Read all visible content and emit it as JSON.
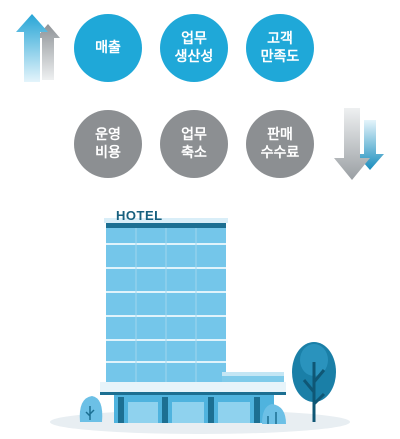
{
  "colors": {
    "blue": "#1fa8d8",
    "gray": "#8c8f92",
    "building_glass": "#6fc3e8",
    "building_dark": "#1c6f92",
    "tree": "#1a7fa7"
  },
  "increase": {
    "icon": "up-arrow-icon",
    "items": [
      {
        "label": "매출"
      },
      {
        "label": "업무\n생산성"
      },
      {
        "label": "고객\n만족도"
      }
    ]
  },
  "decrease": {
    "icon": "down-arrow-icon",
    "items": [
      {
        "label": "운영\n비용"
      },
      {
        "label": "업무\n축소"
      },
      {
        "label": "판매\n수수료"
      }
    ]
  },
  "hotel": {
    "sign": "HOTEL"
  }
}
